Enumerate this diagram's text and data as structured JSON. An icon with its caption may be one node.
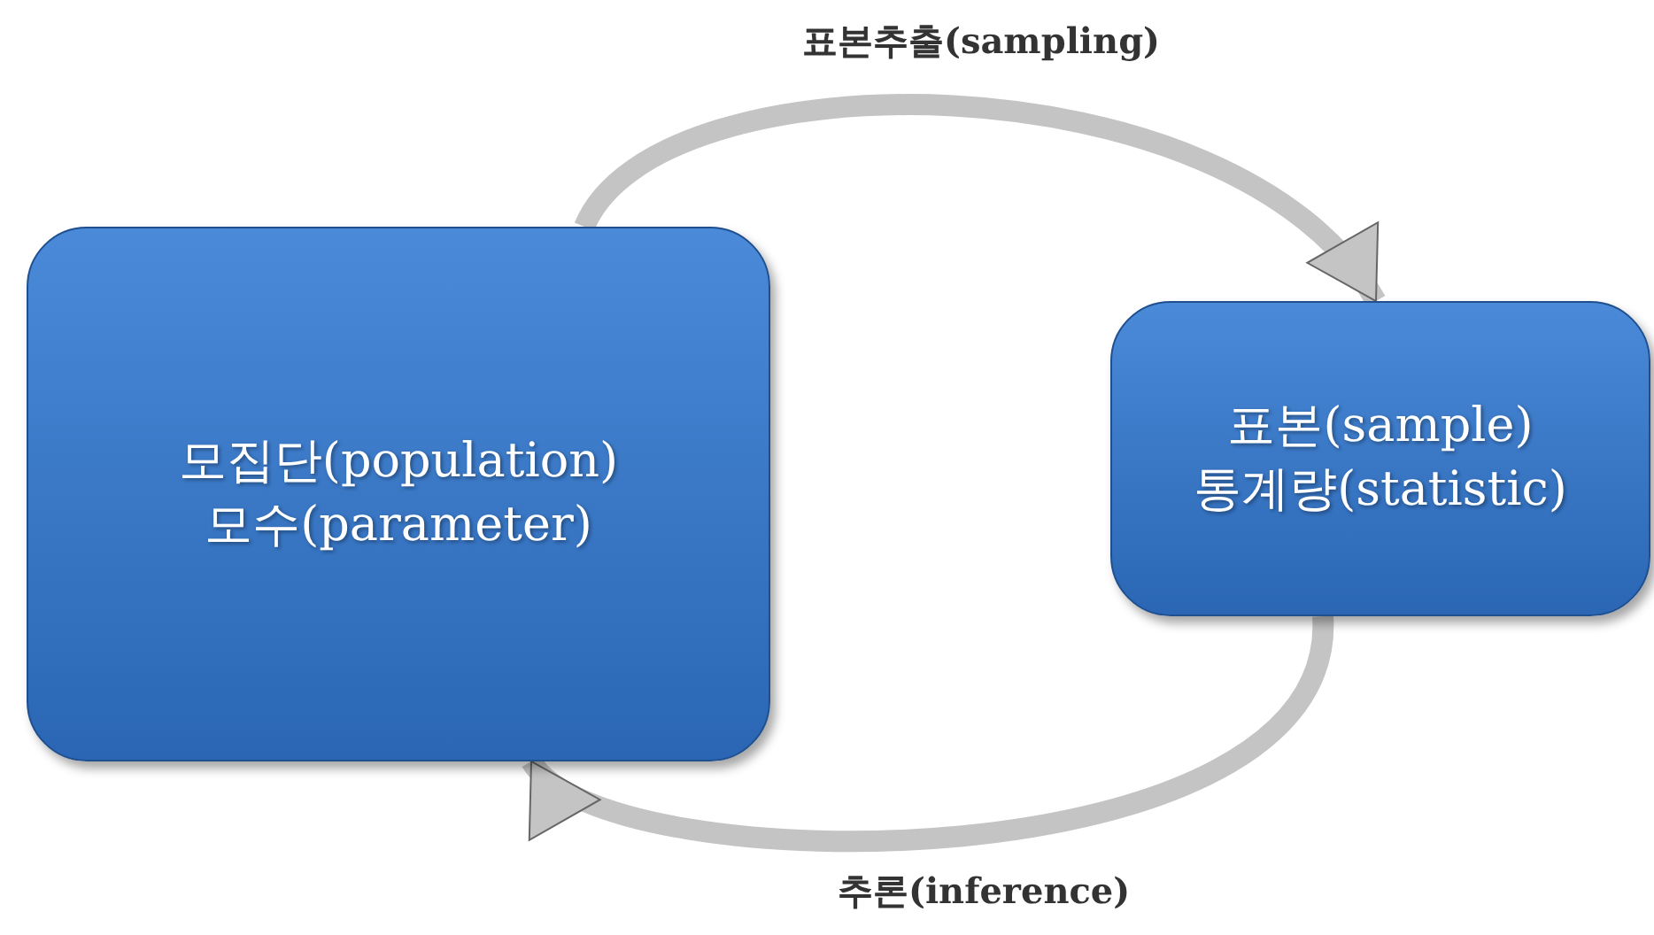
{
  "diagram": {
    "nodes": [
      {
        "text": [
          "모집단(population)",
          "모수(parameter)"
        ]
      },
      {
        "text": [
          "표본(sample)",
          "통계량(statistic)"
        ]
      }
    ],
    "edges": [
      {
        "from": 0,
        "to": 1,
        "arrow": "to",
        "label": "표본추출(sampling)"
      },
      {
        "from": 1,
        "to": 0,
        "arrow": "to",
        "label": "추론(inference)"
      }
    ]
  }
}
